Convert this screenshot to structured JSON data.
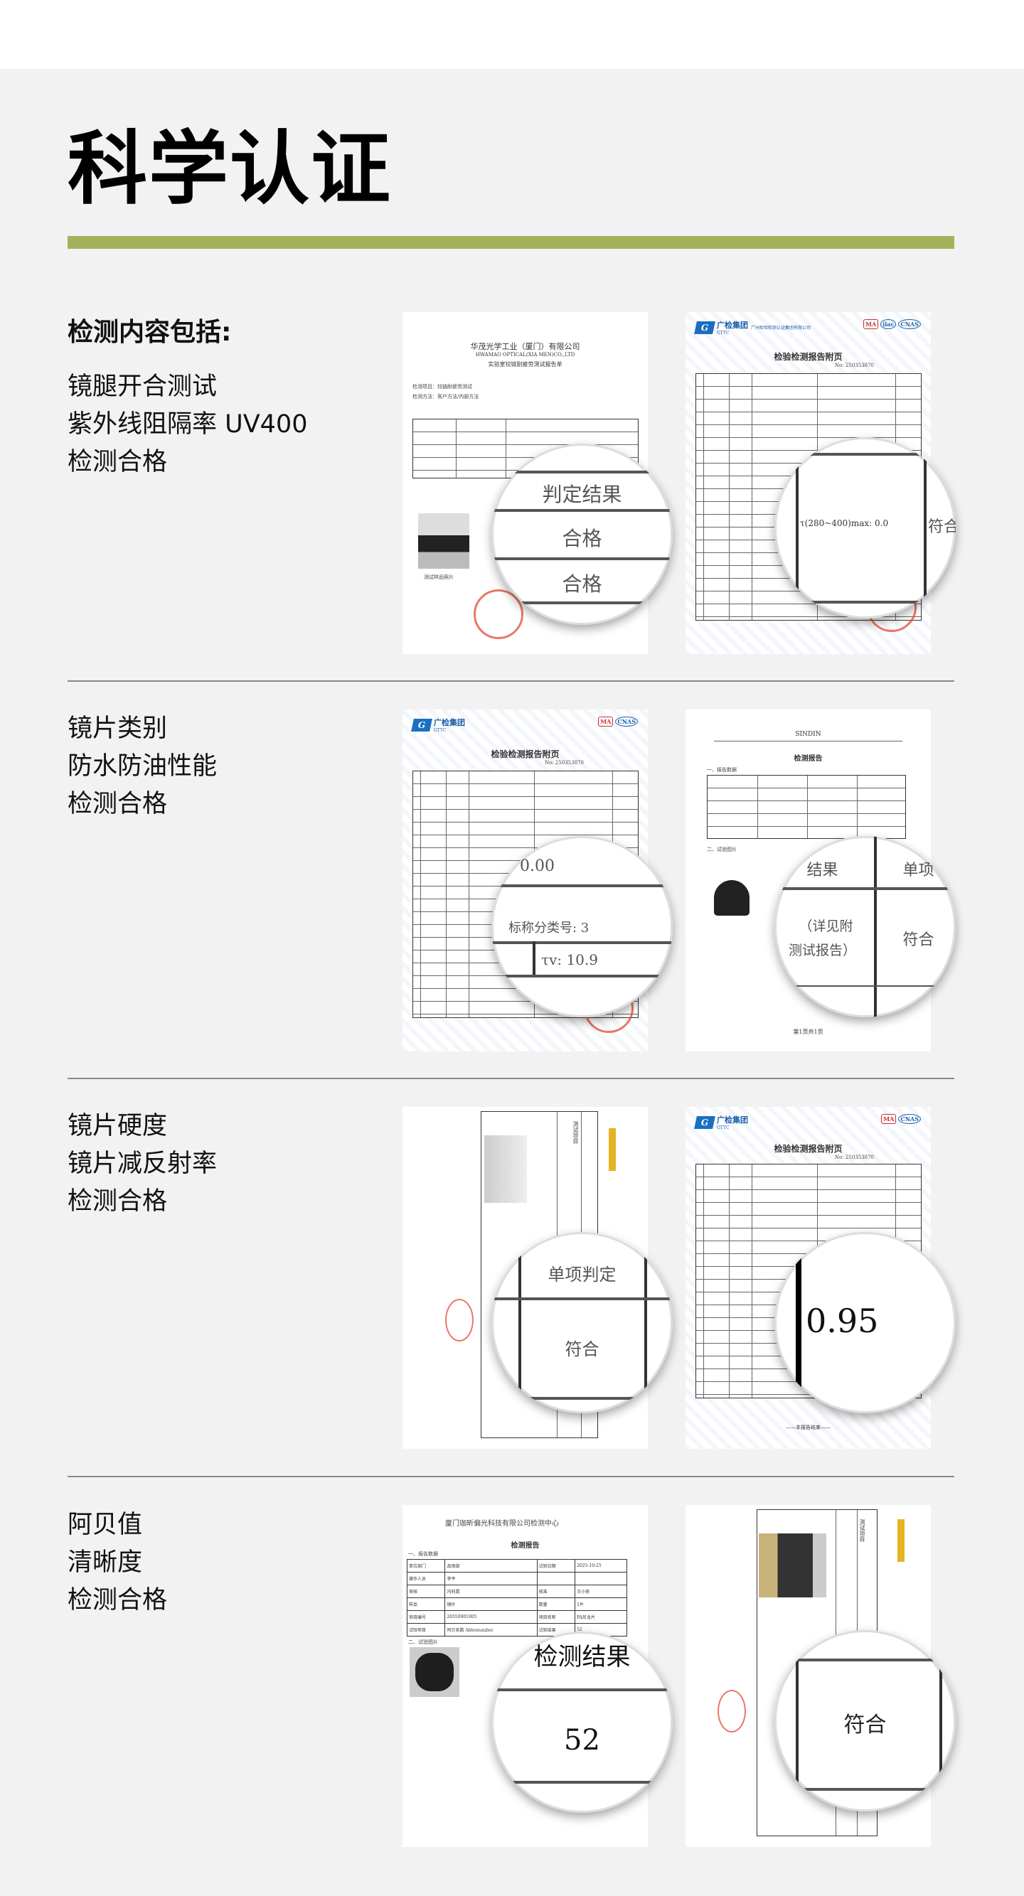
{
  "page_title": "科学认证",
  "sections": [
    {
      "heading": "检测内容包括:",
      "lines": [
        "镜腿开合测试",
        "紫外线阻隔率 UV400",
        "检测合格"
      ]
    },
    {
      "lines": [
        "镜片类别",
        "防水防油性能",
        "检测合格"
      ]
    },
    {
      "lines": [
        "镜片硬度",
        "镜片减反射率",
        "检测合格"
      ]
    },
    {
      "lines": [
        "阿贝值",
        "清晰度",
        "检测合格"
      ]
    }
  ],
  "docs": {
    "hwamao": {
      "company": "华茂光学工业（厦门）有限公司",
      "company_en": "HWAMAO OPTICAL(XIA MEN)CO.,LTD",
      "report_name": "实验室铰链耐疲劳测试报告单",
      "item": "检测项目：铰链耐疲劳测试",
      "method": "检测方法：客户方法/内部方法",
      "photo_caption": "测试样品照片",
      "mag": [
        "判定结果",
        "合格",
        "合格"
      ]
    },
    "gttc": {
      "brand": "广检集团",
      "brand_en": "GTTC",
      "org": "广州检验检测认证集团有限公司",
      "cert_marks": [
        "MA",
        "ilac",
        "CNAS"
      ],
      "title": "检验检测报告附页",
      "number": "No: 250353870",
      "end_note": "——本报告结束——"
    },
    "gttc1_mag": [
      "τ(280~400)max: 0.0",
      "符合"
    ],
    "gttc2_mag": [
      "0.00",
      "标称分类号: 3",
      "τv: 10.9"
    ],
    "gttc3_mag": [
      "0.95"
    ],
    "sindin": {
      "brand": "SINDIN",
      "title": "检测报告",
      "section1": "一、报告数据",
      "section2": "二、试验图片",
      "footer": "第1页共1页",
      "mag": [
        "结果",
        "单项",
        "（详见附",
        "测试报告）",
        "符合"
      ]
    },
    "rotated1": {
      "header": "测试项目",
      "mag": [
        "单项判定",
        "符合"
      ]
    },
    "jiaxin": {
      "company": "厦门珈昕偏光科技有限公司检测中心",
      "title": "检测报告",
      "section1": "一、报告数据",
      "section2": "二、试验图片",
      "rows": [
        [
          "单位部门",
          "品保部",
          "试验日期",
          "2025-10-25"
        ],
        [
          "操作人员",
          "李平",
          "",
          ""
        ],
        [
          "审核",
          "冯利霞",
          "核准",
          "王小侠"
        ],
        [
          "样品",
          "镜片",
          "数量",
          "1片"
        ],
        [
          "项目编号",
          "26550901005",
          "项目名称",
          "PA尼龙片"
        ],
        [
          "试验项目",
          "阿贝系数 Abbenumber",
          "试验结果",
          "52"
        ]
      ],
      "mag": [
        "检测结果",
        "52"
      ]
    },
    "rotated2": {
      "header": "测试项目",
      "mag": [
        "符合"
      ]
    }
  }
}
